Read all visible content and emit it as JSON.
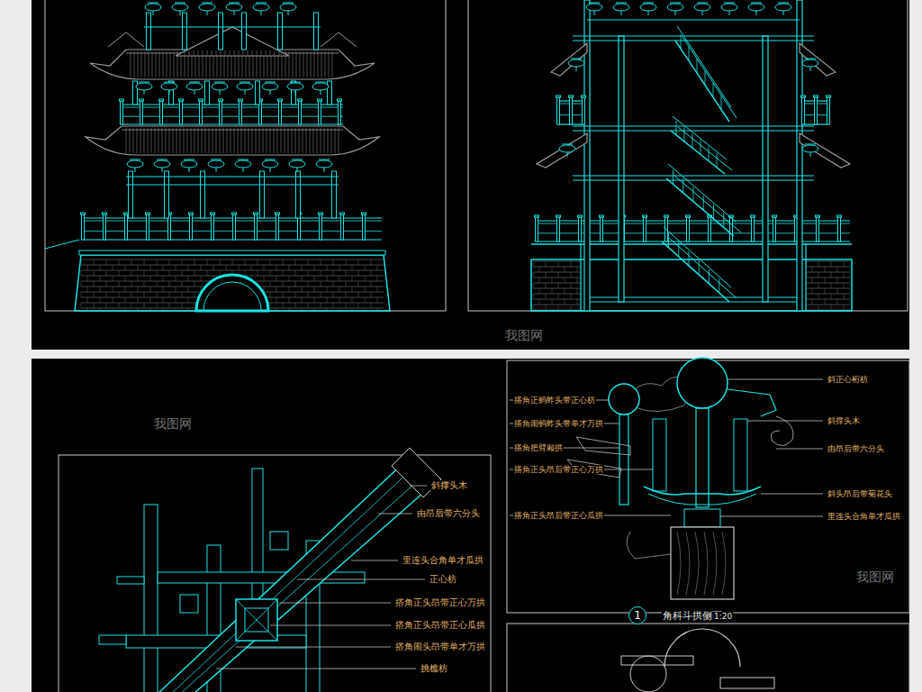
{
  "diagram": {
    "nodes": [
      {
        "text": [
          "1"
        ]
      }
    ],
    "labels": [
      "斜撑头木",
      "由昂后带六分头",
      "里连头合角单才瓜拱",
      "正心枋",
      "搭角正头昂带正心万拱",
      "搭角正头昂带正心瓜拱",
      "搭角闹头昂带单才万拱",
      "挑檐枋",
      "搭角正蚂蚱头带正心枋",
      "搭角闹蚂蚱头带单才万拱",
      "搭角把臂厢拱",
      "搭角正头昂后带正心万拱",
      "搭角正头昂后带正心瓜拱",
      "斜正心桁枋",
      "斜撑头木",
      "由昂后带六分头",
      "斜头昂后带菊花头",
      "里连头合角单才瓜拱",
      "角科斗拱侧面",
      "1:20",
      "我图网",
      "我图网",
      "我图网"
    ]
  }
}
